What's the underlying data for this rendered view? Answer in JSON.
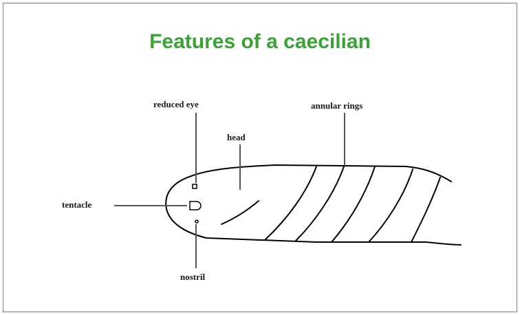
{
  "title": "Features of a caecilian",
  "title_color": "#3aa335",
  "labels": {
    "reduced_eye": "reduced eye",
    "head": "head",
    "annular_rings": "annular rings",
    "tentacle": "tentacle",
    "nostril": "nostril"
  }
}
